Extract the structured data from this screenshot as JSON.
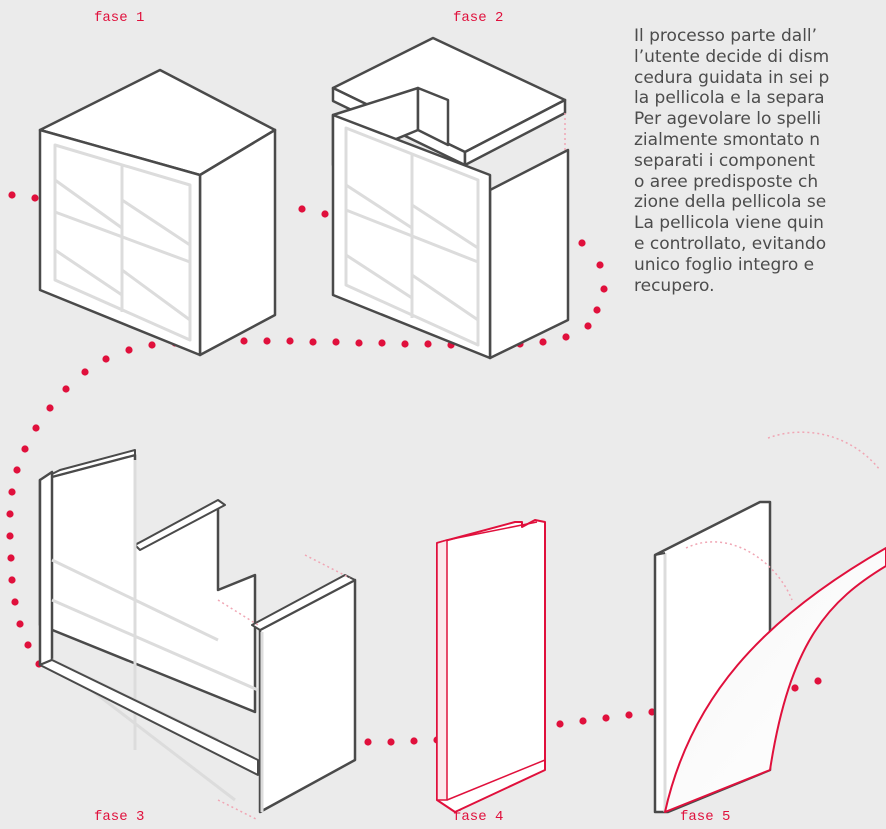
{
  "phases": {
    "p1": "fase 1",
    "p2": "fase 2",
    "p3": "fase 3",
    "p4": "fase 4",
    "p5": "fase 5"
  },
  "description": {
    "lines": [
      "Il processo parte dall’",
      "l’utente decide di dism",
      "cedura guidata in sei p",
      "la pellicola e la separa",
      "Per agevolare lo spelli",
      "zialmente smontato n",
      "separati i component",
      "o aree predisposte ch",
      "zione della pellicola se",
      "La pellicola viene quin",
      "e controllato, evitando",
      "unico foglio integro e",
      "recupero."
    ]
  },
  "colors": {
    "background": "#ebebeb",
    "accent": "#e0103c",
    "panel_fill": "#ffffff",
    "outline": "#4a4a4a",
    "text": "#4c4c4c"
  }
}
